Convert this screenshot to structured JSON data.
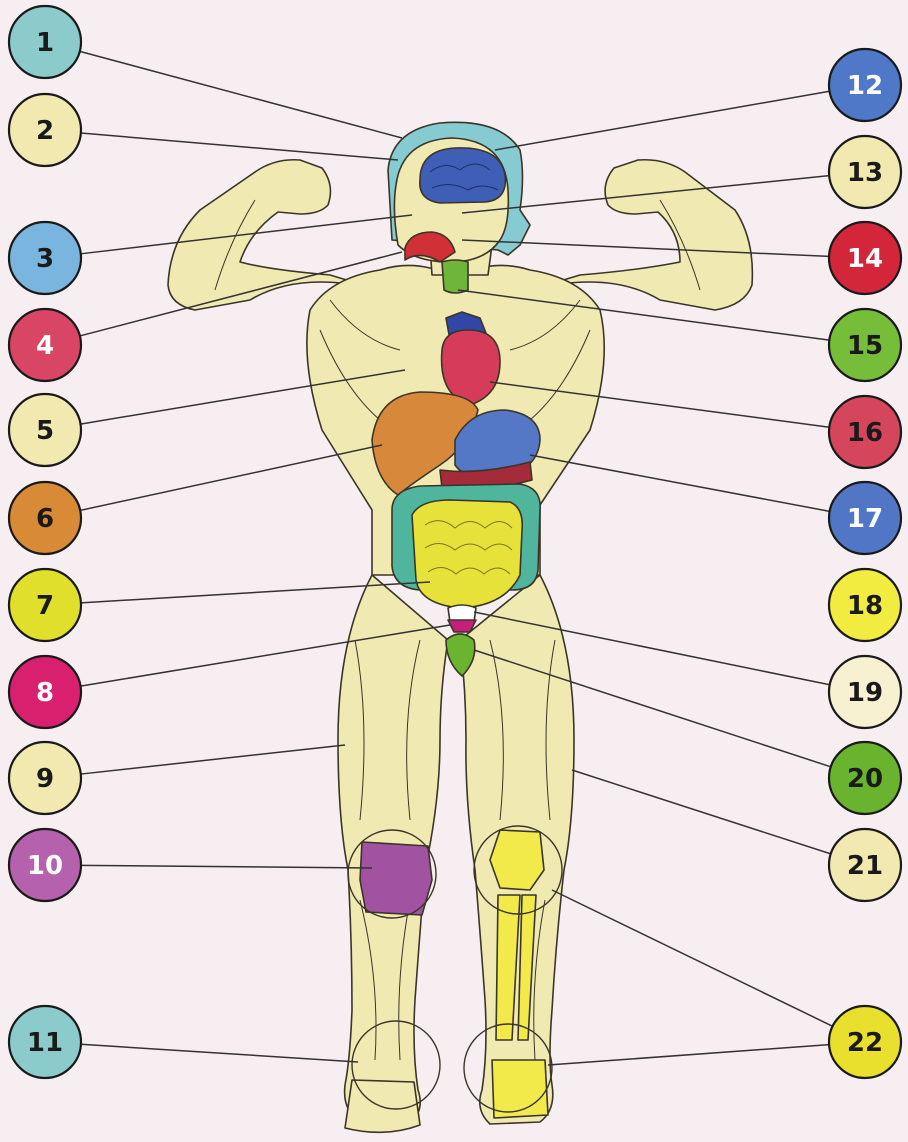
{
  "labels": [
    {
      "text": "1",
      "fill": "#8ccbcb",
      "text_color": "#1a1a1a"
    },
    {
      "text": "2",
      "fill": "#f1e9b0",
      "text_color": "#1a1a1a"
    },
    {
      "text": "3",
      "fill": "#79b5de",
      "text_color": "#1a1a1a"
    },
    {
      "text": "4",
      "fill": "#d94565",
      "text_color": "#ffffff"
    },
    {
      "text": "5",
      "fill": "#f1e9b0",
      "text_color": "#1a1a1a"
    },
    {
      "text": "6",
      "fill": "#d98a36",
      "text_color": "#1a1a1a"
    },
    {
      "text": "7",
      "fill": "#dfdf2c",
      "text_color": "#1a1a1a"
    },
    {
      "text": "8",
      "fill": "#d8206f",
      "text_color": "#ffffff"
    },
    {
      "text": "9",
      "fill": "#f1e9b0",
      "text_color": "#1a1a1a"
    },
    {
      "text": "10",
      "fill": "#b561ad",
      "text_color": "#ffffff"
    },
    {
      "text": "11",
      "fill": "#8ccbcb",
      "text_color": "#1a1a1a"
    },
    {
      "text": "12",
      "fill": "#4f78c9",
      "text_color": "#ffffff"
    },
    {
      "text": "13",
      "fill": "#f1e9b0",
      "text_color": "#1a1a1a"
    },
    {
      "text": "14",
      "fill": "#d4263a",
      "text_color": "#ffffff"
    },
    {
      "text": "15",
      "fill": "#76be3a",
      "text_color": "#1a1a1a"
    },
    {
      "text": "16",
      "fill": "#d5465d",
      "text_color": "#1a1a1a"
    },
    {
      "text": "17",
      "fill": "#5276c6",
      "text_color": "#ffffff"
    },
    {
      "text": "18",
      "fill": "#f2ec40",
      "text_color": "#1a1a1a"
    },
    {
      "text": "19",
      "fill": "#f7f1d2",
      "text_color": "#1a1a1a"
    },
    {
      "text": "20",
      "fill": "#6ab32e",
      "text_color": "#1a1a1a"
    },
    {
      "text": "21",
      "fill": "#f1e9b0",
      "text_color": "#1a1a1a"
    },
    {
      "text": "22",
      "fill": "#e8e02c",
      "text_color": "#1a1a1a"
    }
  ],
  "colors": {
    "background": "#f6eef0",
    "body": "#f1e9b2",
    "outline": "#3a3528",
    "leader_line": "#333333",
    "badge_ring": "#1a1a1a"
  }
}
